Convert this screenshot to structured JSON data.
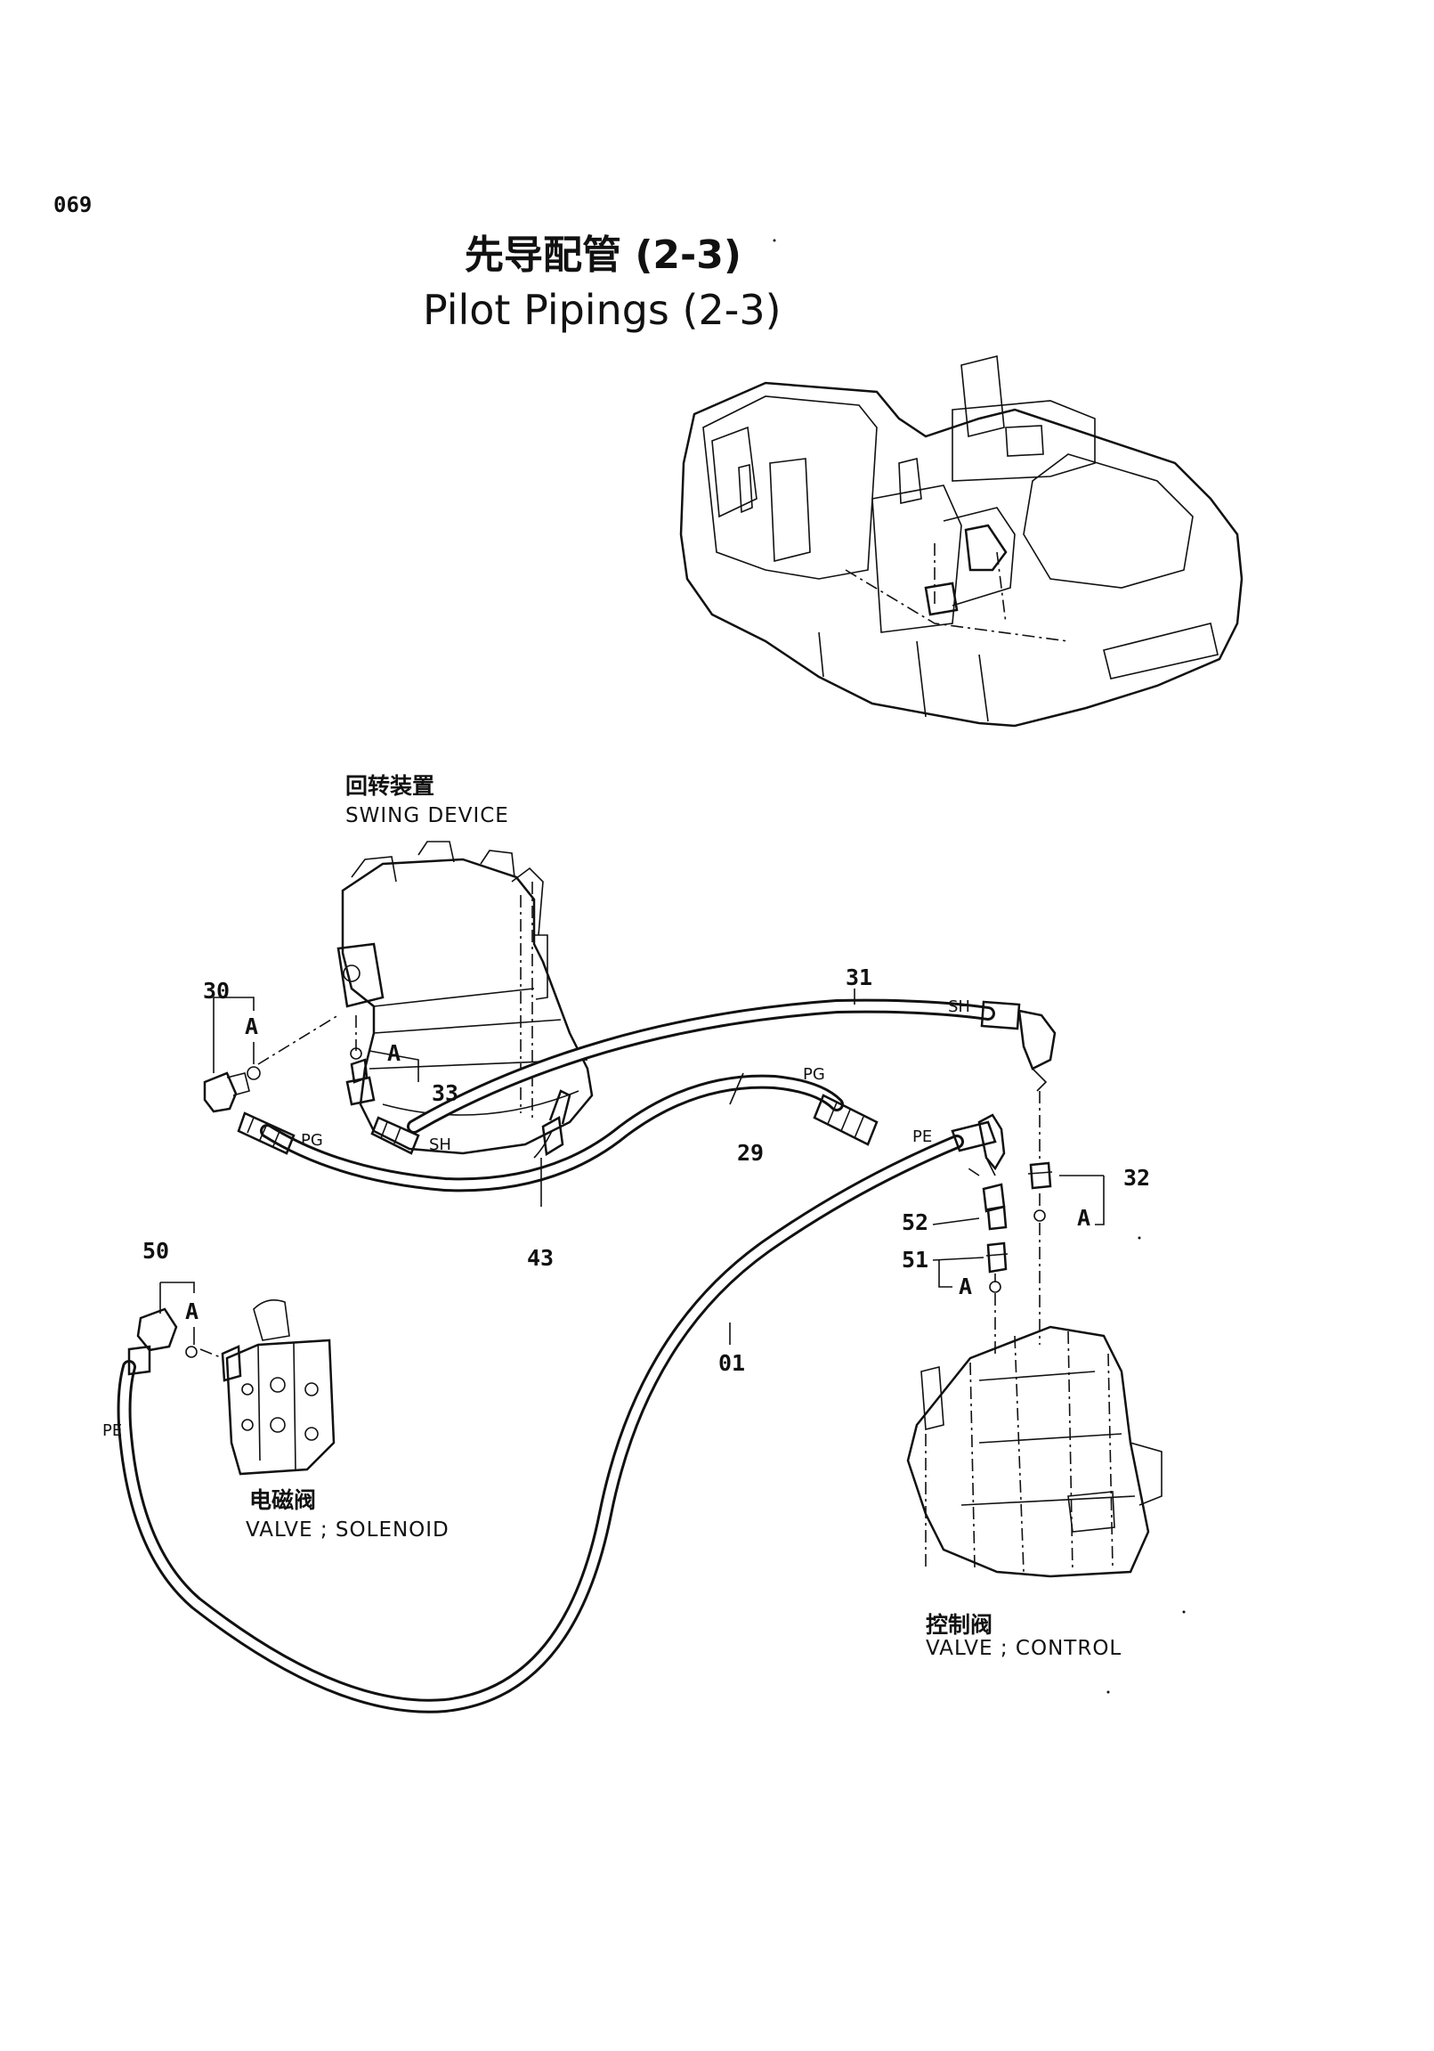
{
  "page_number": "069",
  "title": {
    "zh": "先导配管 (2-3)",
    "en": "Pilot Pipings (2-3)"
  },
  "components": {
    "swing_device": {
      "zh": "回转装置",
      "en": "SWING DEVICE"
    },
    "solenoid_valve": {
      "zh": "电磁阀",
      "en": "VALVE ; SOLENOID"
    },
    "control_valve": {
      "zh": "控制阀",
      "en": "VALVE ; CONTROL"
    }
  },
  "part_numbers": {
    "p30": "30",
    "p31": "31",
    "p33": "33",
    "p29": "29",
    "p32": "32",
    "p52": "52",
    "p51": "51",
    "p43": "43",
    "p50": "50",
    "p01": "01"
  },
  "port_tags": {
    "a_30": "A",
    "a_33": "A",
    "a_32": "A",
    "a_51": "A",
    "a_50": "A",
    "pg_left": "PG",
    "sh_left": "SH",
    "sh_right": "SH",
    "pg_right": "PG",
    "pe_right": "PE",
    "pe_left": "PE"
  }
}
